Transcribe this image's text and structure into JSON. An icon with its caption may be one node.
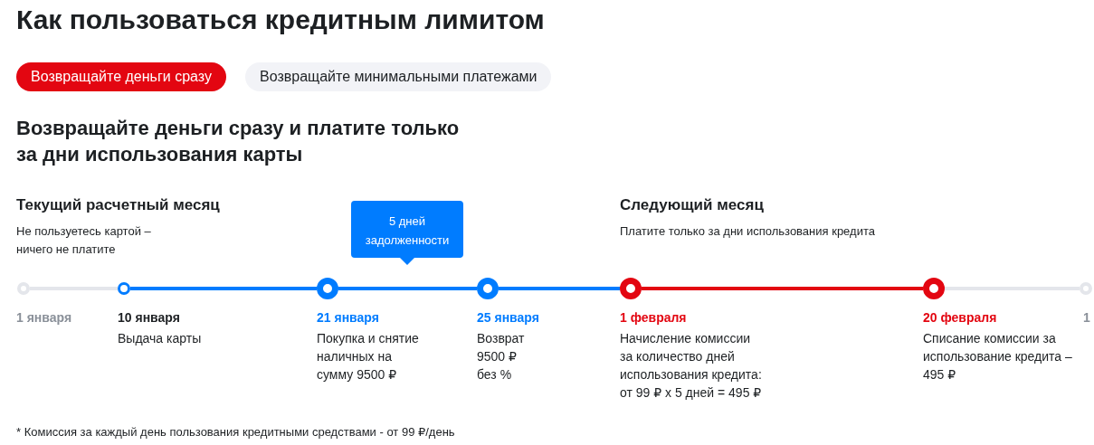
{
  "diagram": {
    "title": "Как пользоваться кредитным лимитом",
    "nodes": [
      {
        "text": [
          "Возвращайте деньги сразу"
        ]
      },
      {
        "text": [
          "Возвращайте минимальными платежами"
        ]
      },
      {
        "text": [
          "5 дней задолженности"
        ]
      },
      {
        "text": [],
        "shape": "circle",
        "beside": [
          "1 января"
        ]
      },
      {
        "text": [],
        "shape": "circle",
        "beside": [
          "10 января",
          "Выдача карты"
        ]
      },
      {
        "text": [],
        "shape": "circle",
        "beside": [
          "21 января",
          "Покупка и снятие наличных на сумму 9500 ₽"
        ]
      },
      {
        "text": [],
        "shape": "circle",
        "beside": [
          "25 января",
          "Возврат 9500 ₽ без %"
        ]
      },
      {
        "text": [],
        "shape": "circle",
        "beside": [
          "1 февраля",
          "Начисление комиссии за количество дней использования кредита: от 99 ₽ x 5 дней = 495 ₽"
        ]
      },
      {
        "text": [],
        "shape": "circle",
        "beside": [
          "20 февраля",
          "Списание комиссии за использование кредита – 495 ₽"
        ]
      },
      {
        "text": [],
        "shape": "circle",
        "beside": [
          "1"
        ]
      }
    ],
    "edges": [
      {
        "from": 3,
        "to": 4,
        "arrow": "none",
        "color": "#e4e6eb"
      },
      {
        "from": 4,
        "to": 5,
        "arrow": "none"
      },
      {
        "from": 5,
        "to": 6,
        "arrow": "none"
      },
      {
        "from": 6,
        "to": 7,
        "arrow": "none"
      },
      {
        "from": 7,
        "to": 8,
        "arrow": "none",
        "color": "#e30611"
      },
      {
        "from": 8,
        "to": 9,
        "arrow": "none",
        "color": "#e4e6eb"
      }
    ],
    "labels": [
      "Возвращайте деньги сразу и платите только за дни использования карты",
      "Текущий расчетный месяц",
      "Не пользуетесь картой – ничего не платите",
      "Следующий месяц",
      "Платите только за дни использования кредита",
      "* Комиссия за каждый день пользования кредитными средствами - от 99 ₽/день"
    ]
  }
}
